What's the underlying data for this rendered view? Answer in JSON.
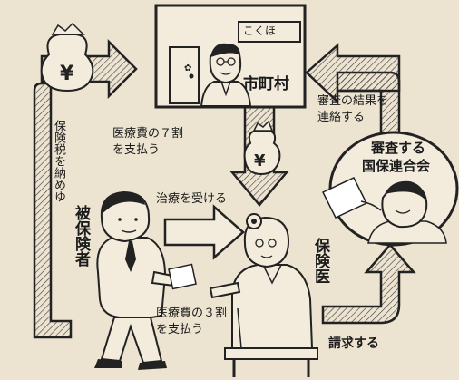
{
  "office": {
    "sign": "こくほ",
    "name": "市町村"
  },
  "federation": {
    "name_line1": "審査する",
    "name_line2": "国保連合会"
  },
  "insured_label": "被保険者",
  "doctor_label": "保険医",
  "labels": {
    "pay_tax": "保険税を納めゆ",
    "pay_70_line1": "医療費の７割",
    "pay_70_line2": "を支払う",
    "notify_line1": "審査の結果を",
    "notify_line2": "連絡する",
    "receive_treatment": "治療を受ける",
    "pay_30_line1": "医療費の３割",
    "pay_30_line2": "を支払う",
    "claim": "請求する"
  },
  "yen_symbol": "¥"
}
